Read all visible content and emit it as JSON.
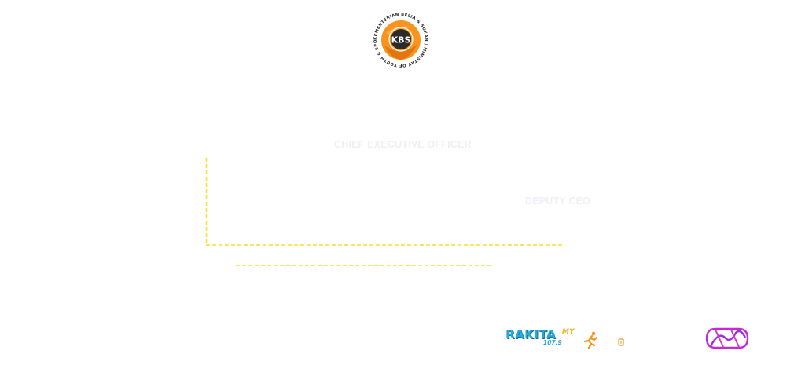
{
  "header": {
    "emblem_icon": "kbs-ministry-seal-icon",
    "emblem_text": "KBS",
    "emblem_ring_text": "KEMENTERIAN BELIA & SUKAN | MINISTRY OF YOUTH & SPORTS",
    "emblem_color": "#f7941d"
  },
  "org_chart": {
    "ceo_label": "CHIEF EXECUTIVE OFFICER",
    "deputy_label": "DEPUTY CEO",
    "connector_color": "#f7e02a"
  },
  "footer": {
    "logos": {
      "rakita_word": "RAKITA",
      "rakita_suffix": "MY",
      "rakita_frequency": "107.9",
      "runner_icon": "orange-runner-icon",
      "small_icon": "orange-small-mark-icon",
      "partner_icon": "purple-abstract-logo-icon"
    }
  }
}
